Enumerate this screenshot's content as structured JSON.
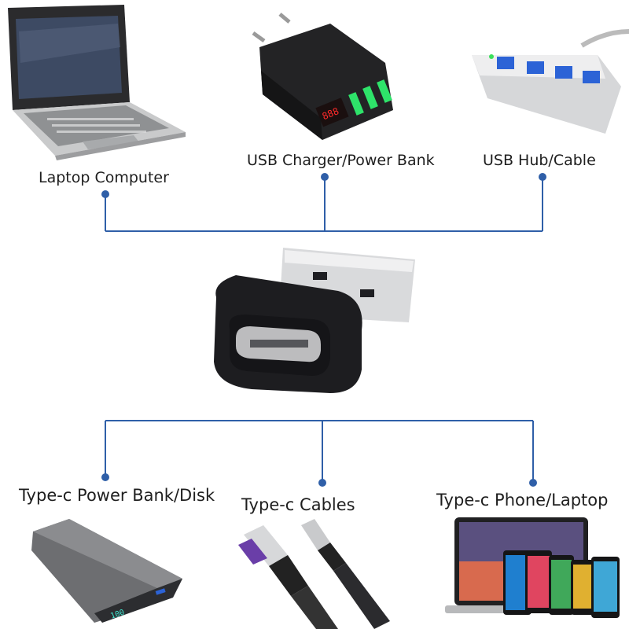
{
  "top_devices": [
    {
      "label": "Laptop Computer"
    },
    {
      "label": "USB Charger/Power Bank"
    },
    {
      "label": "USB Hub/Cable"
    }
  ],
  "bottom_devices": [
    {
      "label": "Type-c Power Bank/Disk"
    },
    {
      "label": "Type-c Cables"
    },
    {
      "label": "Type-c Phone/Laptop"
    }
  ],
  "charger_display": "888",
  "powerbank_display": "100",
  "colors": {
    "connector_line": "#2f5fa8",
    "connector_dot": "#2f5fa8",
    "charger_led": "#2ee36a",
    "display_red": "#ff2a2a",
    "powerbank_display": "#3fe7d0",
    "usb_blue": "#2c63d6"
  }
}
